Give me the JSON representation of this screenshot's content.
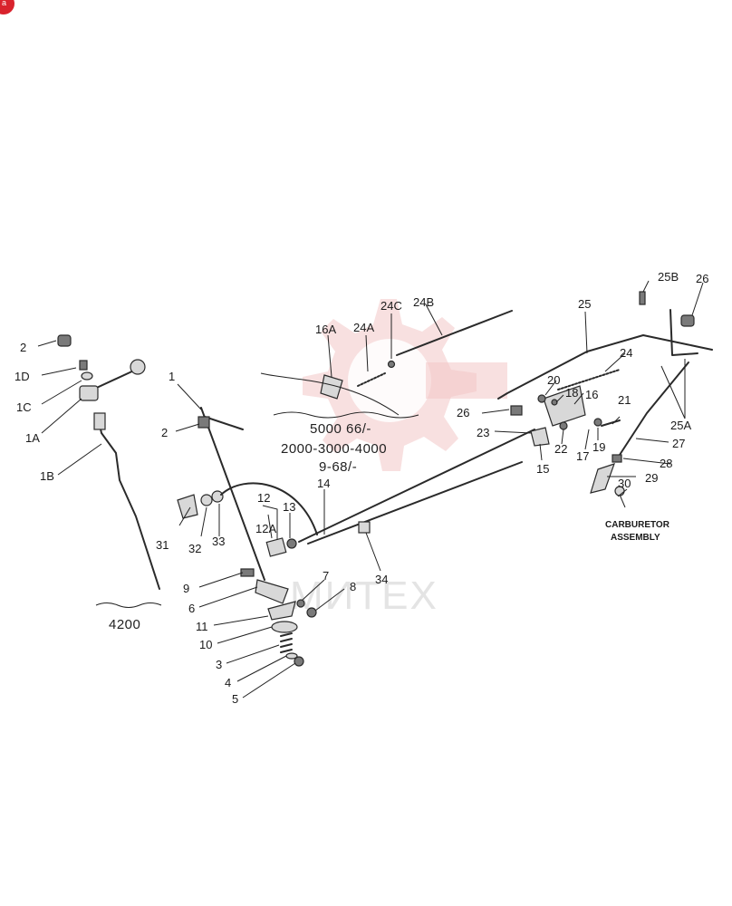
{
  "badge": {
    "letter": "a",
    "color": "#d9232d"
  },
  "watermark": {
    "text": "МИТЕХ",
    "color": "#f3c7c7"
  },
  "captions": {
    "series_1": "5000 66/-",
    "series_2": "2000-3000-4000",
    "series_3": "9-68/-",
    "model_4200": "4200",
    "carb_line1": "CARBURETOR",
    "carb_line2": "ASSEMBLY"
  },
  "labels": {
    "l1": "1",
    "l1A": "1A",
    "l1B": "1B",
    "l1C": "1C",
    "l1D": "1D",
    "l2a": "2",
    "l2b": "2",
    "l3": "3",
    "l4": "4",
    "l5": "5",
    "l6": "6",
    "l7": "7",
    "l8": "8",
    "l9": "9",
    "l10": "10",
    "l11": "11",
    "l12": "12",
    "l12A": "12A",
    "l13": "13",
    "l14": "14",
    "l15": "15",
    "l16": "16",
    "l16A": "16A",
    "l17": "17",
    "l18": "18",
    "l19": "19",
    "l20": "20",
    "l21": "21",
    "l22": "22",
    "l23": "23",
    "l24": "24",
    "l24A": "24A",
    "l24B": "24B",
    "l24C": "24C",
    "l25": "25",
    "l25A": "25A",
    "l25B": "25B",
    "l26a": "26",
    "l26b": "26",
    "l27": "27",
    "l28": "28",
    "l29": "29",
    "l30": "30",
    "l31": "31",
    "l32": "32",
    "l33": "33",
    "l34": "34"
  }
}
